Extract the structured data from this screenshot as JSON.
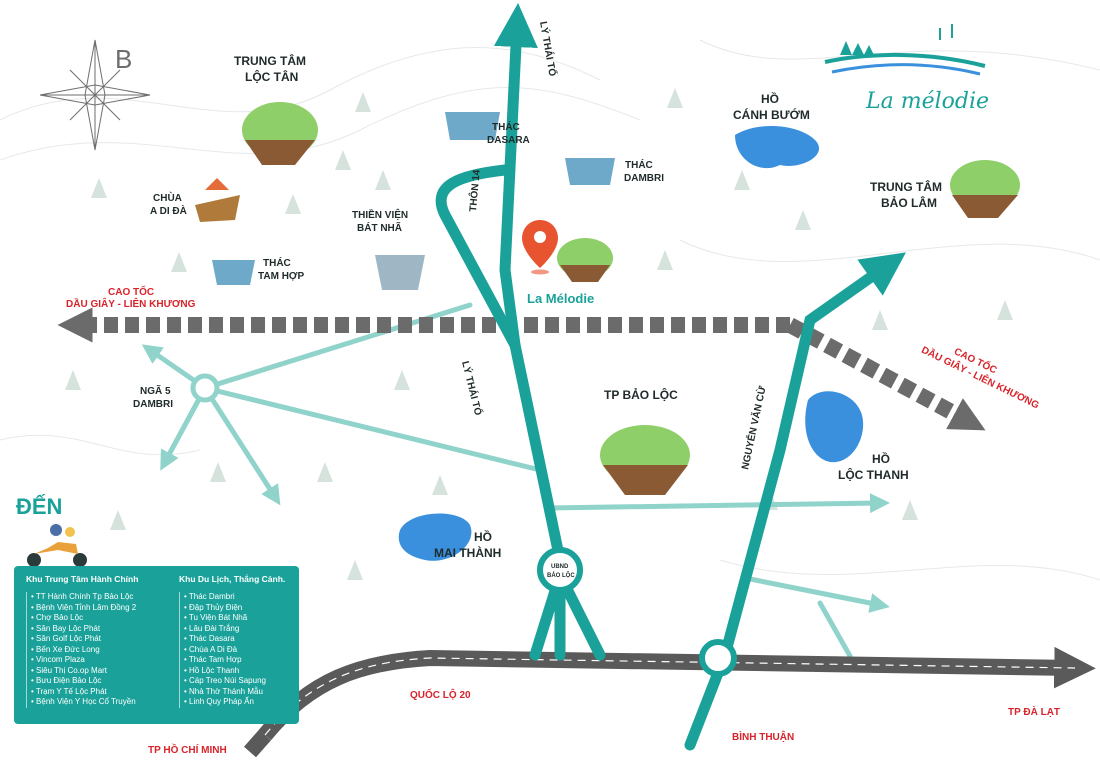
{
  "compass": {
    "north_letter": "B"
  },
  "brand": {
    "name": "La mélodie"
  },
  "project": {
    "name": "La Mélodie"
  },
  "places": {
    "trung_tam_loc_tan": [
      "TRUNG TÂM",
      "LỘC TÂN"
    ],
    "chua_a_di_da": [
      "CHÙA",
      "A DI ĐÀ"
    ],
    "thac_tam_hop": [
      "THÁC",
      "TAM HỢP"
    ],
    "thac_dasara": [
      "THÁC",
      "DASARA"
    ],
    "thac_dambri": [
      "THÁC",
      "DAMBRI"
    ],
    "thien_vien_bat_nha": [
      "THIỀN VIỆN",
      "BÁT NHÃ"
    ],
    "ho_canh_buom": [
      "HỒ",
      "CÁNH BƯỚM"
    ],
    "trung_tam_bao_lam": [
      "TRUNG TÂM",
      "BẢO LÂM"
    ],
    "nga5_dambri": [
      "NGÃ 5",
      "DAMBRI"
    ],
    "tp_bao_loc": "TP BẢO LỘC",
    "ho_loc_thanh": [
      "HỒ",
      "LỘC THANH"
    ],
    "ho_mai_thanh": [
      "HỒ",
      "MAI THÀNH"
    ],
    "ubnd_bao_loc": [
      "UBND",
      "BẢO LỘC"
    ]
  },
  "highways": {
    "left": [
      "CAO TỐC",
      "DẦU GIÂY - LIÊN KHƯƠNG"
    ],
    "right": [
      "CAO TỐC",
      "DẦU GIÂY - LIÊN KHƯƠNG"
    ]
  },
  "roads": {
    "ly_thai_to_top": "LÝ THÁI TỔ",
    "thon_14": "THÔN 14",
    "ly_thai_to_mid": "LÝ THÁI TỔ",
    "nguyen_van_cu": "NGUYỄN VĂN CỪ",
    "quoc_lo_20": "QUỐC LỘ 20"
  },
  "destinations": {
    "tp_ho_chi_minh": "TP HỒ CHÍ MINH",
    "binh_thuan": "BÌNH THUẬN",
    "tp_da_lat": "TP ĐÀ LẠT"
  },
  "legend": {
    "title": "ĐẾN",
    "admin": {
      "heading": "Khu Trung Tâm Hành Chính",
      "items": [
        "TT Hành Chính Tp Bảo Lộc",
        "Bệnh Viện Tỉnh Lâm Đồng 2",
        "Chợ Bảo Lộc",
        "Sân Bay Lộc Phát",
        "Sân Golf Lộc Phát",
        "Bến Xe Đức Long",
        "Vincom Plaza",
        "Siêu Thị Co.op Mart",
        "Bưu Điện Bảo Lộc",
        "Trạm Y Tế Lộc Phát",
        "Bệnh Viện Y Học Cổ Truyền"
      ]
    },
    "tourism": {
      "heading": "Khu Du Lịch, Thắng Cảnh.",
      "items": [
        "Thác Dambri",
        "Đập Thủy Điện",
        "Tu Viện Bát Nhã",
        "Lâu Đài Trắng",
        "Thác Dasara",
        "Chùa A Di Đà",
        "Thác Tam Hợp",
        "Hồ Lộc Thanh",
        "Cáp Treo Núi Sapung",
        "Nhà Thờ Thánh Mẫu",
        "Linh Quy Pháp Ấn"
      ]
    }
  },
  "colors": {
    "teal": "#1aa29a",
    "light_teal": "#8fd3cb",
    "gray_road": "#5a5a5a",
    "highway_gray": "#6b6b6b",
    "lake_blue": "#3a90dd",
    "red_label": "#d8232a"
  }
}
